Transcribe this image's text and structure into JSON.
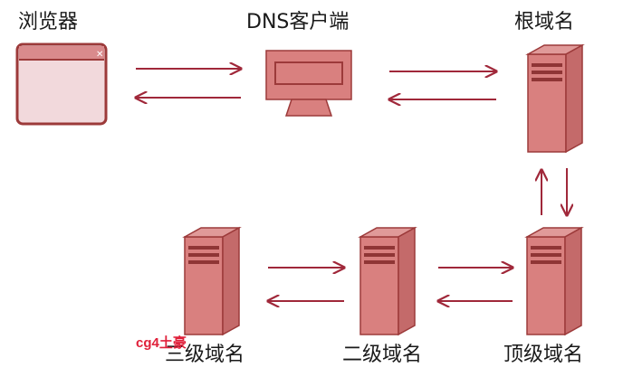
{
  "labels": {
    "browser": "浏览器",
    "dns_client": "DNS客户端",
    "root_domain": "根域名",
    "third_level_domain": "三级域名",
    "second_level_domain": "二级域名",
    "top_level_domain": "顶级域名"
  },
  "watermark": "cg4土豪",
  "colors": {
    "fill": "#d9807f",
    "fill_dark": "#b85c5c",
    "stroke": "#9c3a3a",
    "arrow": "#a0283a",
    "browser_body": "#f2d9dc"
  }
}
